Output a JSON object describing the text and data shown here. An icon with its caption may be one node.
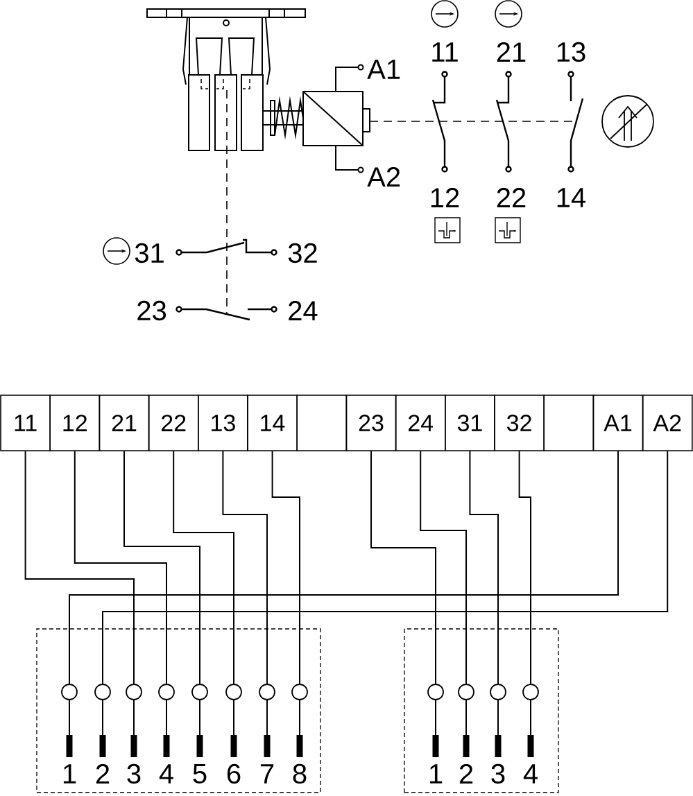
{
  "diagram": {
    "nodes": [
      {
        "text": [
          "11"
        ]
      },
      {
        "text": [
          "12"
        ]
      },
      {
        "text": [
          "21"
        ]
      },
      {
        "text": [
          "22"
        ]
      },
      {
        "text": [
          "13"
        ]
      },
      {
        "text": [
          "14"
        ]
      },
      {
        "text": [],
        "shape": "box"
      },
      {
        "text": [
          "23"
        ]
      },
      {
        "text": [
          "24"
        ]
      },
      {
        "text": [
          "31"
        ]
      },
      {
        "text": [
          "32"
        ]
      },
      {
        "text": [],
        "shape": "box"
      },
      {
        "text": [
          "A1"
        ]
      },
      {
        "text": [
          "A2"
        ]
      },
      {
        "text": [],
        "shape": "box"
      },
      {
        "text": [],
        "shape": "circle",
        "in": 14,
        "beside": [
          "1"
        ]
      },
      {
        "text": [],
        "shape": "circle",
        "in": 14,
        "beside": [
          "2"
        ]
      },
      {
        "text": [],
        "shape": "circle",
        "in": 14,
        "beside": [
          "3"
        ]
      },
      {
        "text": [],
        "shape": "circle",
        "in": 14,
        "beside": [
          "4"
        ]
      },
      {
        "text": [],
        "shape": "circle",
        "in": 14,
        "beside": [
          "5"
        ]
      },
      {
        "text": [],
        "shape": "circle",
        "in": 14,
        "beside": [
          "6"
        ]
      },
      {
        "text": [],
        "shape": "circle",
        "in": 14,
        "beside": [
          "7"
        ]
      },
      {
        "text": [],
        "shape": "circle",
        "in": 14,
        "beside": [
          "8"
        ]
      },
      {
        "text": [],
        "shape": "box"
      },
      {
        "text": [],
        "shape": "circle",
        "in": 23,
        "beside": [
          "1"
        ]
      },
      {
        "text": [],
        "shape": "circle",
        "in": 23,
        "beside": [
          "2"
        ]
      },
      {
        "text": [],
        "shape": "circle",
        "in": 23,
        "beside": [
          "3"
        ]
      },
      {
        "text": [],
        "shape": "circle",
        "in": 23,
        "beside": [
          "4"
        ]
      }
    ],
    "edges": [
      {
        "from": 0,
        "to": 17,
        "arrow": "none"
      },
      {
        "from": 1,
        "to": 18,
        "arrow": "none"
      },
      {
        "from": 2,
        "to": 19,
        "arrow": "none"
      },
      {
        "from": 3,
        "to": 20,
        "arrow": "none"
      },
      {
        "from": 4,
        "to": 21,
        "arrow": "none"
      },
      {
        "from": 5,
        "to": 22,
        "arrow": "none"
      },
      {
        "from": 7,
        "to": 24,
        "arrow": "none"
      },
      {
        "from": 8,
        "to": 25,
        "arrow": "none"
      },
      {
        "from": 9,
        "to": 26,
        "arrow": "none"
      },
      {
        "from": 10,
        "to": 27,
        "arrow": "none"
      },
      {
        "from": 12,
        "to": 15,
        "arrow": "none"
      },
      {
        "from": 13,
        "to": 16,
        "arrow": "none"
      }
    ],
    "labels": [
      "11",
      "21",
      "13",
      "A1",
      "A2",
      "12",
      "22",
      "14",
      "31",
      "32",
      "23",
      "24"
    ]
  }
}
